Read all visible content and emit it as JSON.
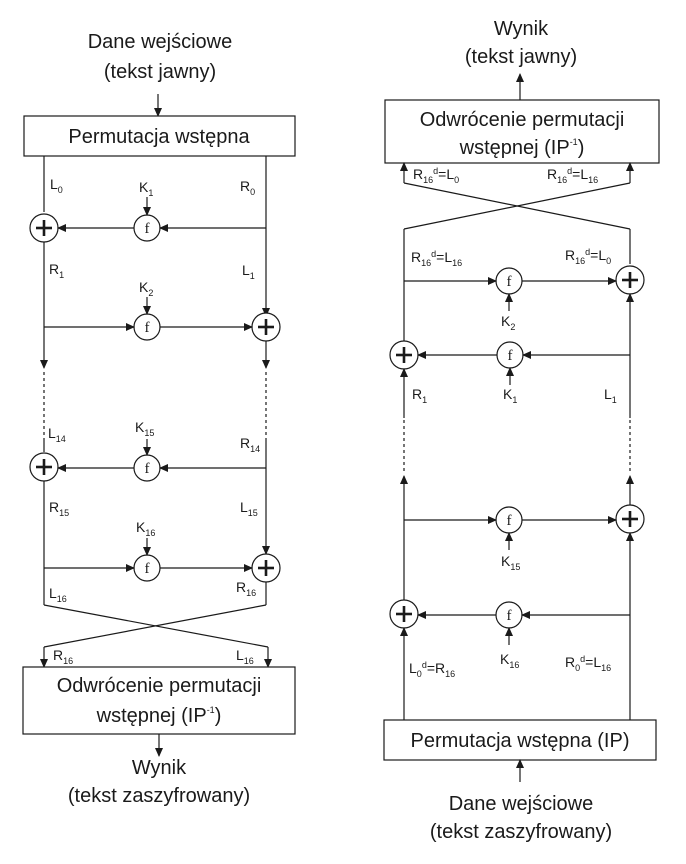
{
  "left": {
    "input_line1": "Dane wejściowe",
    "input_line2": "(tekst jawny)",
    "ip_box": "Permutacja wstępna",
    "fp_line1": "Odwrócenie permutacji",
    "fp_line2": "wstępnej (IP",
    "fp_sup": "-1",
    "fp_close": ")",
    "output_line1": "Wynik",
    "output_line2": "(tekst zaszyfrowany)",
    "labels": {
      "L0": {
        "base": "L",
        "sub": "0"
      },
      "R0": {
        "base": "R",
        "sub": "0"
      },
      "K1": {
        "base": "K",
        "sub": "1"
      },
      "R1": {
        "base": "R",
        "sub": "1"
      },
      "L1": {
        "base": "L",
        "sub": "1"
      },
      "K2": {
        "base": "K",
        "sub": "2"
      },
      "L14": {
        "base": "L",
        "sub": "14"
      },
      "R14": {
        "base": "R",
        "sub": "14"
      },
      "K15": {
        "base": "K",
        "sub": "15"
      },
      "R15": {
        "base": "R",
        "sub": "15"
      },
      "L15": {
        "base": "L",
        "sub": "15"
      },
      "K16": {
        "base": "K",
        "sub": "16"
      },
      "L16": {
        "base": "L",
        "sub": "16"
      },
      "R16": {
        "base": "R",
        "sub": "16"
      },
      "R16b": {
        "base": "R",
        "sub": "16"
      },
      "L16b": {
        "base": "L",
        "sub": "16"
      }
    }
  },
  "right": {
    "output_line1": "Wynik",
    "output_line2": "(tekst jawny)",
    "fp_line1": "Odwrócenie permutacji",
    "fp_line2": "wstępnej (IP",
    "fp_sup": "-1",
    "fp_close": ")",
    "ip_box": "Permutacja wstępna (IP)",
    "input_line1": "Dane wejściowe",
    "input_line2": "(tekst zaszyfrowany)",
    "labels": {
      "top_left": {
        "a": "R",
        "a_sub": "16",
        "a_sup": "d",
        "eq": "=L",
        "b_sub": "0"
      },
      "top_right": {
        "a": "R",
        "a_sub": "16",
        "a_sup": "d",
        "eq": "=L",
        "b_sub": "16"
      },
      "mid_left": {
        "a": "R",
        "a_sub": "16",
        "a_sup": "d",
        "eq": "=L",
        "b_sub": "16"
      },
      "mid_right": {
        "a": "R",
        "a_sub": "16",
        "a_sup": "d",
        "eq": "=L",
        "b_sub": "0"
      },
      "bot_left": {
        "a": "L",
        "a_sub": "0",
        "a_sup": "d",
        "eq": "=R",
        "b_sub": "16"
      },
      "bot_right": {
        "a": "R",
        "a_sub": "0",
        "a_sup": "d",
        "eq": "=L",
        "b_sub": "16"
      },
      "K2": {
        "base": "K",
        "sub": "2"
      },
      "K1": {
        "base": "K",
        "sub": "1"
      },
      "R1": {
        "base": "R",
        "sub": "1"
      },
      "L1": {
        "base": "L",
        "sub": "1"
      },
      "K15": {
        "base": "K",
        "sub": "15"
      },
      "K16": {
        "base": "K",
        "sub": "16"
      }
    }
  },
  "f_symbol": "f"
}
